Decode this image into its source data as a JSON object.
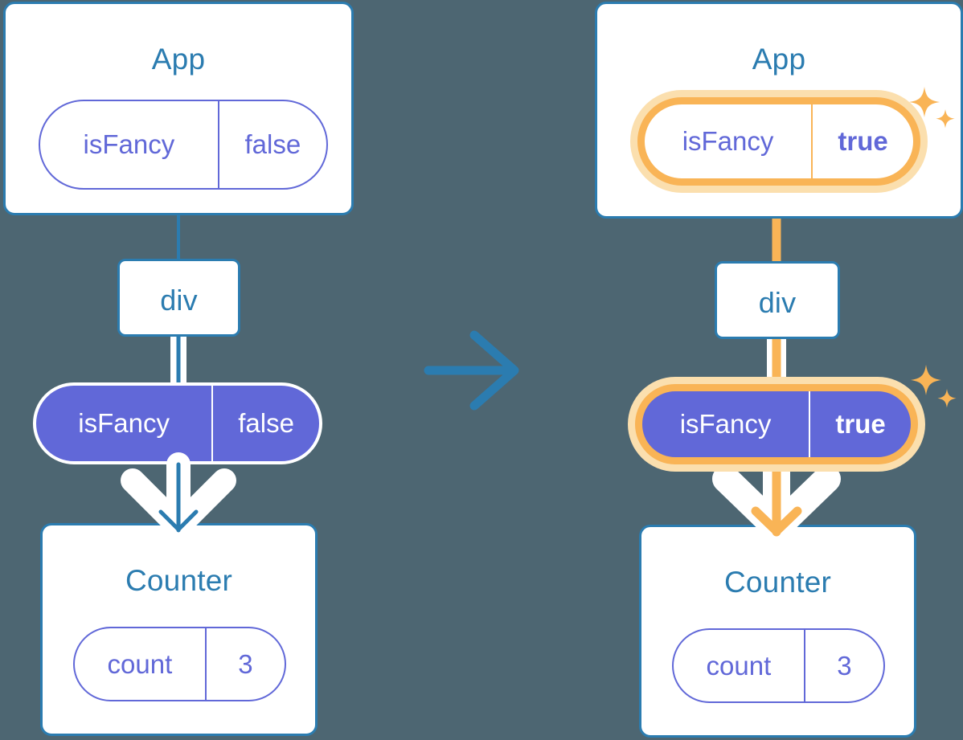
{
  "background_color": "#4d6672",
  "colors": {
    "card_border": "#2b7cb0",
    "title_text": "#2b7cb0",
    "pill_purple": "#6168d8",
    "pill_outline": "#6168d8",
    "highlight_amber": "#f9b456",
    "highlight_glow": "#fbdfae",
    "arrow_blue": "#2b7cb0",
    "arrow_white": "#ffffff"
  },
  "transition_arrow": {
    "icon": "arrow-right-icon",
    "color": "#2b7cb0"
  },
  "panels": [
    {
      "id": "before",
      "app": {
        "title": "App",
        "state_pill": {
          "name": "isFancy",
          "value": "false",
          "highlighted": false,
          "style": "outline"
        }
      },
      "div": {
        "label": "div"
      },
      "prop_pill": {
        "name": "isFancy",
        "value": "false",
        "highlighted": false,
        "style": "solid"
      },
      "counter": {
        "title": "Counter",
        "state_pill": {
          "name": "count",
          "value": "3",
          "highlighted": false,
          "style": "outline"
        }
      },
      "sparkles": []
    },
    {
      "id": "after",
      "app": {
        "title": "App",
        "state_pill": {
          "name": "isFancy",
          "value": "true",
          "highlighted": true,
          "style": "outline"
        }
      },
      "div": {
        "label": "div"
      },
      "prop_pill": {
        "name": "isFancy",
        "value": "true",
        "highlighted": true,
        "style": "solid"
      },
      "counter": {
        "title": "Counter",
        "state_pill": {
          "name": "count",
          "value": "3",
          "highlighted": false,
          "style": "outline"
        }
      },
      "sparkles": [
        {
          "name": "sparkle-icon-app"
        },
        {
          "name": "sparkle-icon-prop"
        }
      ]
    }
  ]
}
